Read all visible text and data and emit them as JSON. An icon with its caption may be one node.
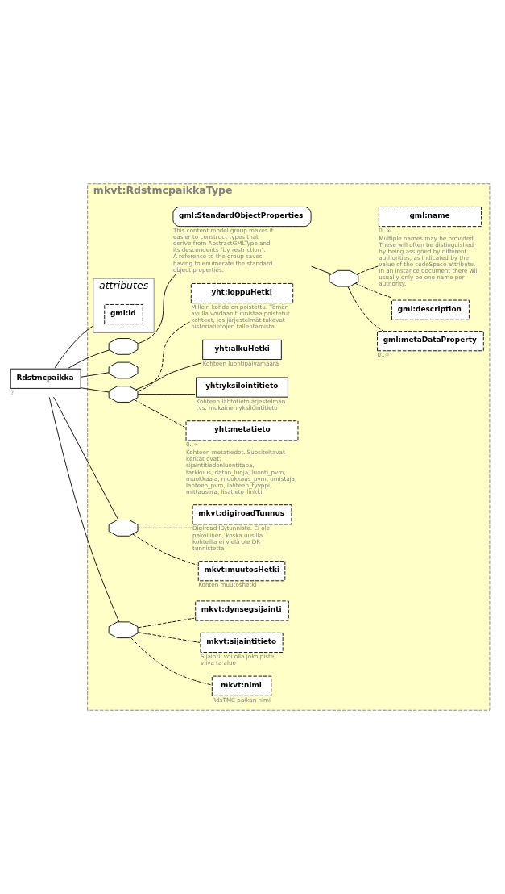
{
  "diagram": {
    "nodes": [
      {
        "text": [
          "Rdstmcpaikka"
        ],
        "beside": [
          "?"
        ]
      },
      {
        "text": [
          "mkvt:RdstmcpaikkaType"
        ]
      },
      {
        "text": [
          "attributes"
        ],
        "in": 1
      },
      {
        "text": [
          "gml:id"
        ],
        "in": 2
      },
      {
        "text": [],
        "shape": "octagon",
        "in": 1
      },
      {
        "text": [
          "gml:StandardObjectProperties"
        ],
        "in": 1,
        "beside": [
          "This content model group makes it easier to construct types that derive from AbstractGMLType and its descendents \"by restriction\". A reference to the group saves having to enumerate the standard object properties."
        ]
      },
      {
        "text": [],
        "shape": "octagon",
        "in": 1
      },
      {
        "text": [
          "gml:metaDataProperty"
        ],
        "in": 1,
        "beside": [
          "0..∞"
        ]
      },
      {
        "text": [
          "gml:description"
        ],
        "in": 1
      },
      {
        "text": [
          "gml:name"
        ],
        "in": 1,
        "beside": [
          "0..∞",
          "Multiple names may be provided.  These will often be distinguished by being assigned by different authorities, as indicated by the value of the codeSpace attribute.  In an instance document there will usually only be one name per authority."
        ]
      },
      {
        "text": [],
        "shape": "octagon",
        "in": 1
      },
      {
        "text": [],
        "shape": "octagon",
        "in": 1
      },
      {
        "text": [
          "yht:metatieto"
        ],
        "in": 1,
        "beside": [
          "0..∞",
          "Kohteen metatiedot. Suositeltavat kentät ovat: sijaintitiedonluontitapa, tarkkuus, datan_luoja, luonti_pvm, muokkaaja, muokkaus_pvm, omistaja, lahteen_pvm, lahteen_tyyppi, mittausera, lisatieto_linkki"
        ]
      },
      {
        "text": [
          "yht:yksilointitieto"
        ],
        "in": 1,
        "beside": [
          "Kohteen lähtötietojärjestelmän  tvs. mukainen yksilöintitieto"
        ]
      },
      {
        "text": [
          "yht:alkuHetki"
        ],
        "in": 1,
        "beside": [
          "Kohteen luontipäivämäärä"
        ]
      },
      {
        "text": [
          "yht:loppuHetki"
        ],
        "in": 1,
        "beside": [
          "Milloin kohde on poistettu. Tämän avulla voidaan tunnistaa poistetut kohteet, jos järjestelmät tukevat historiatietojen tallentamista"
        ]
      },
      {
        "text": [],
        "shape": "octagon",
        "in": 1
      },
      {
        "text": [
          "mkvt:muutosHetki"
        ],
        "in": 1,
        "beside": [
          "Kohten muutoshetki"
        ]
      },
      {
        "text": [
          "mkvt:digiroadTunnus"
        ],
        "in": 1,
        "beside": [
          "Digiroad ID/tunniste. Ei ole pakollinen, koska uusilla kohteilla ei vielä ole DR tunnistetta"
        ]
      },
      {
        "text": [],
        "shape": "octagon",
        "in": 1
      },
      {
        "text": [
          "mkvt:nimi"
        ],
        "in": 1,
        "beside": [
          "RdsTMC paikan nimi"
        ]
      },
      {
        "text": [
          "mkvt:sijaintitieto"
        ],
        "in": 1,
        "beside": [
          "Sijainti: voi olla joko piste, viiva ta alue"
        ]
      },
      {
        "text": [
          "mkvt:dynsegsijainti"
        ],
        "in": 1
      }
    ],
    "edges": [
      {
        "from": 0,
        "to": 2,
        "arrow": "none"
      },
      {
        "from": 0,
        "to": 4,
        "arrow": "none"
      },
      {
        "from": 0,
        "to": 10,
        "arrow": "none"
      },
      {
        "from": 0,
        "to": 11,
        "arrow": "none"
      },
      {
        "from": 0,
        "to": 16,
        "arrow": "none"
      },
      {
        "from": 0,
        "to": 19,
        "arrow": "none"
      },
      {
        "from": 4,
        "to": 5,
        "arrow": "none"
      },
      {
        "from": 5,
        "to": 6,
        "arrow": "none"
      },
      {
        "from": 6,
        "to": 7,
        "arrow": "none",
        "style": "dashed"
      },
      {
        "from": 6,
        "to": 8,
        "arrow": "none",
        "style": "dashed"
      },
      {
        "from": 6,
        "to": 9,
        "arrow": "none",
        "style": "dashed"
      },
      {
        "from": 11,
        "to": 12,
        "arrow": "none",
        "style": "dashed"
      },
      {
        "from": 11,
        "to": 13,
        "arrow": "none"
      },
      {
        "from": 11,
        "to": 14,
        "arrow": "none"
      },
      {
        "from": 11,
        "to": 15,
        "arrow": "none",
        "style": "dashed"
      },
      {
        "from": 16,
        "to": 17,
        "arrow": "none",
        "style": "dashed"
      },
      {
        "from": 16,
        "to": 18,
        "arrow": "none",
        "style": "dashed"
      },
      {
        "from": 19,
        "to": 20,
        "arrow": "none",
        "style": "dashed"
      },
      {
        "from": 19,
        "to": 21,
        "arrow": "none",
        "style": "dashed"
      },
      {
        "from": 19,
        "to": 22,
        "arrow": "none",
        "style": "dashed"
      }
    ]
  }
}
